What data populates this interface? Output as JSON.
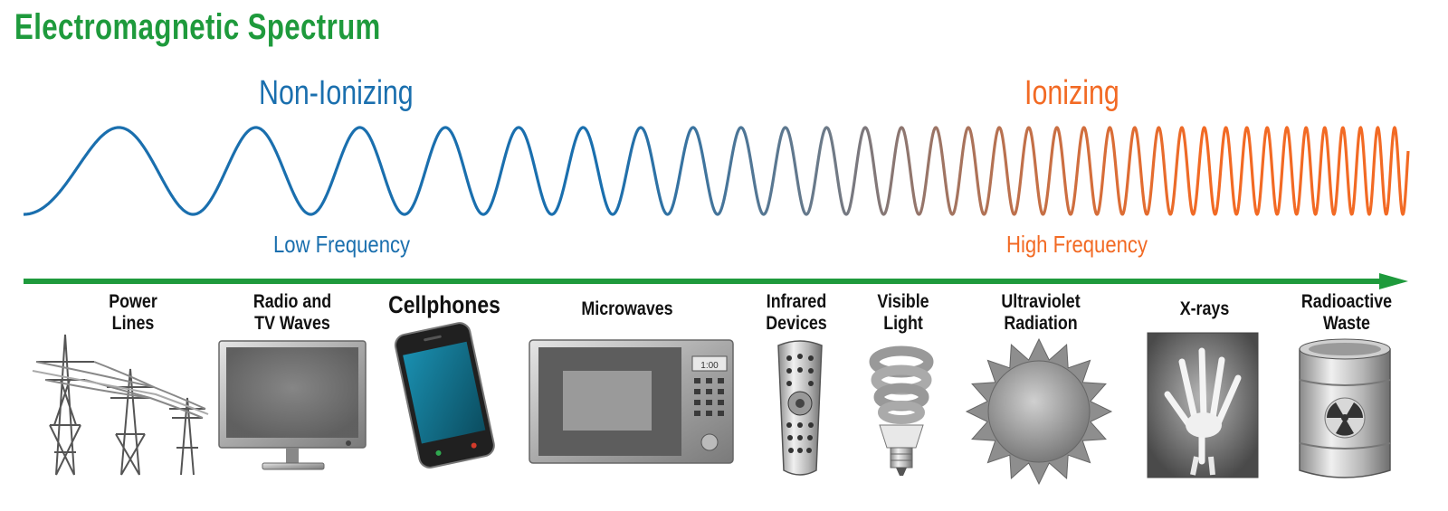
{
  "title": "Electromagnetic Spectrum",
  "bands": {
    "non_ionizing": "Non-Ionizing",
    "ionizing": "Ionizing"
  },
  "frequency": {
    "low": "Low  Frequency",
    "high": "High  Frequency"
  },
  "items": [
    {
      "label": "Power\nLines",
      "icon": "power-lines-icon"
    },
    {
      "label": "Radio and\nTV Waves",
      "icon": "television-icon"
    },
    {
      "label": "Cellphones",
      "icon": "cellphone-icon"
    },
    {
      "label": "Microwaves",
      "icon": "microwave-icon"
    },
    {
      "label": "Infrared\nDevices",
      "icon": "remote-control-icon"
    },
    {
      "label": "Visible\nLight",
      "icon": "light-bulb-icon"
    },
    {
      "label": "Ultraviolet\nRadiation",
      "icon": "sun-icon"
    },
    {
      "label": "X-rays",
      "icon": "xray-hand-icon"
    },
    {
      "label": "Radioactive\nWaste",
      "icon": "radioactive-barrel-icon"
    }
  ],
  "microwave_display": "1:00",
  "colors": {
    "title_green": "#1e9a3c",
    "non_ionizing_blue": "#1a6fae",
    "ionizing_orange": "#f26a24",
    "arrow_green": "#1e9a3c"
  }
}
